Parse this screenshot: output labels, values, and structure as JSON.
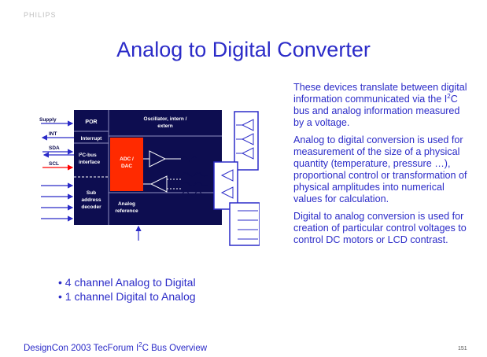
{
  "header": {
    "logo_text": "PHILIPS",
    "title": "Analog to Digital Converter"
  },
  "diagram": {
    "pins": {
      "supply": "Supply",
      "int": "INT",
      "sda": "SDA",
      "scl": "SCL"
    },
    "blocks": {
      "por": "POR",
      "oscillator_line1": "Oscillator, intern /",
      "oscillator_line2": "extern",
      "interrupt": "Interrupt",
      "i2c_line1": "I",
      "i2c_sup": "2",
      "i2c_line1_rest": "C-bus",
      "i2c_line2": "interface",
      "adc_line1": "ADC /",
      "adc_line2": "DAC",
      "sub_line1": "Sub",
      "sub_line2": "address",
      "sub_line3": "decoder",
      "analog_line1": "Analog",
      "analog_line2": "reference"
    }
  },
  "bullets": [
    "4 channel Analog to Digital",
    "1 channel Digital to Analog"
  ],
  "right_text": {
    "p1_a": "These devices translate between digital information communicated via the I",
    "p1_sup": "2",
    "p1_b": "C bus and analog information measured by a voltage.",
    "p2": "Analog to digital conversion is used for measurement of the size of a physical quantity (temperature, pressure …), proportional control or transformation of physical amplitudes into numerical values for calculation.",
    "p3": "Digital to analog conversion is used for creation of particular control voltages to control DC motors or LCD contrast."
  },
  "footer": {
    "text_a": "DesignCon 2003  TecForum  I",
    "sup": "2",
    "text_b": "C Bus Overview",
    "page": "151"
  },
  "colors": {
    "text": "#2b2bc8",
    "block_fill": "#0d0d50",
    "adc_fill": "#ff2a00",
    "scl_arrow": "#ff0000"
  }
}
